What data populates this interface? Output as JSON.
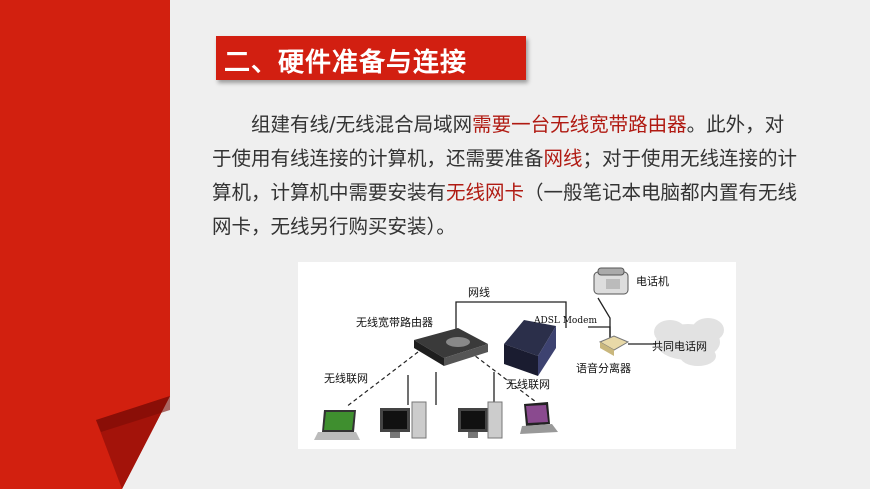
{
  "title": "二、硬件准备与连接",
  "paragraph": {
    "indent": "　　",
    "p1": "组建有线/无线混合局域网",
    "h1": "需要一台无线宽带路由器",
    "p2": "。此外，对于使用有线连接的计算机，还需要准备",
    "h2": "网线",
    "p3": "；对于使用无线连接的计算机，计算机中需要安装有",
    "h3": "无线网卡",
    "p4": "（一般笔记本电脑都内置有无线网卡，无线另行购买安装）。"
  },
  "diagram": {
    "router_label": "无线宽带路由器",
    "cable_label": "网线",
    "modem_label": "ADSL Modem",
    "modem_text": "ADSL Modem",
    "phone_label": "电话机",
    "splitter_label": "语音分离器",
    "network_label": "共同电话网",
    "wireless_left": "无线联网",
    "wireless_right": "无线联网"
  },
  "colors": {
    "accent": "#d21f11",
    "highlight": "#b01a12",
    "background": "#efefef"
  }
}
